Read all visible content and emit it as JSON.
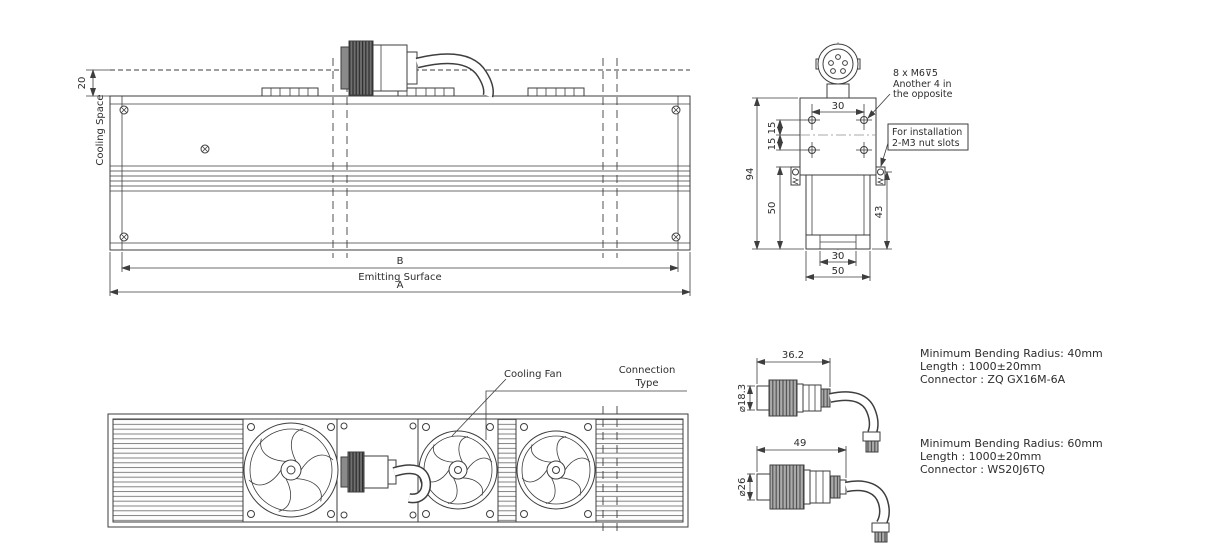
{
  "drawing": {
    "background": "#ffffff",
    "line_color": "#3e3e3e"
  },
  "side_view": {
    "dim_cooling_space": "20",
    "label_cooling_space": "Cooling Space",
    "dim_b": "B",
    "label_emitting_surface": "Emitting Surface",
    "dim_a": "A"
  },
  "end_view": {
    "dim_hole_pitch_x": "30",
    "dim_overall_height": "94",
    "dim_row_offset_1": "15",
    "dim_row_offset_2": "15",
    "dim_lower_height": "50",
    "dim_slot_height": "43",
    "dim_base_inner": "30",
    "dim_base_outer": "50",
    "note_tapped_holes": {
      "line1": "8 x M6⊽5",
      "line2": "Another 4 in",
      "line3": "the opposite"
    },
    "note_nut_slots": {
      "line1": "For installation",
      "line2": "2-M3 nut slots"
    }
  },
  "bottom_view": {
    "label_cooling_fan": "Cooling Fan",
    "label_connection_type_line1": "Connection",
    "label_connection_type_line2": "Type"
  },
  "connector_detail_1": {
    "dim_length": "36.2",
    "dim_diameter": "⌀18.3",
    "spec": {
      "line1": "Minimum Bending Radius: 40mm",
      "line2": "Length : 1000±20mm",
      "line3": "Connector : ZQ GX16M-6A"
    }
  },
  "connector_detail_2": {
    "dim_length": "49",
    "dim_diameter": "⌀26",
    "spec": {
      "line1": "Minimum Bending Radius: 60mm",
      "line2": "Length : 1000±20mm",
      "line3": "Connector : WS20J6TQ"
    }
  }
}
